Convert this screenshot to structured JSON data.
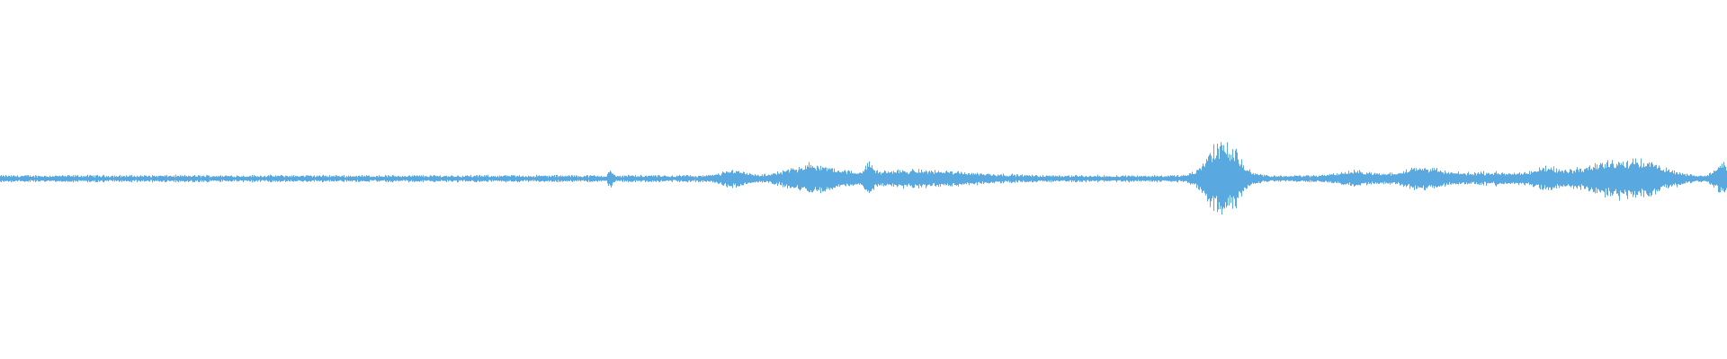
{
  "waveform": {
    "color": "#5aa8e0",
    "background": "#ffffff",
    "baseline_amplitude": 0.02,
    "events": [
      {
        "position": 0.353,
        "amplitude": 0.06,
        "width": 0.001
      },
      {
        "position": 0.425,
        "amplitude": 0.05,
        "width": 0.006
      },
      {
        "position": 0.47,
        "amplitude": 0.1,
        "width": 0.012
      },
      {
        "position": 0.503,
        "amplitude": 0.08,
        "width": 0.002
      },
      {
        "position": 0.53,
        "amplitude": 0.05,
        "width": 0.03
      },
      {
        "position": 0.708,
        "amplitude": 0.31,
        "width": 0.008
      },
      {
        "position": 0.785,
        "amplitude": 0.04,
        "width": 0.01
      },
      {
        "position": 0.822,
        "amplitude": 0.07,
        "width": 0.01
      },
      {
        "position": 0.862,
        "amplitude": 0.03,
        "width": 0.02
      },
      {
        "position": 0.895,
        "amplitude": 0.07,
        "width": 0.006
      },
      {
        "position": 0.918,
        "amplitude": 0.06,
        "width": 0.01
      },
      {
        "position": 0.945,
        "amplitude": 0.15,
        "width": 0.015
      },
      {
        "position": 0.997,
        "amplitude": 0.1,
        "width": 0.004
      }
    ]
  }
}
